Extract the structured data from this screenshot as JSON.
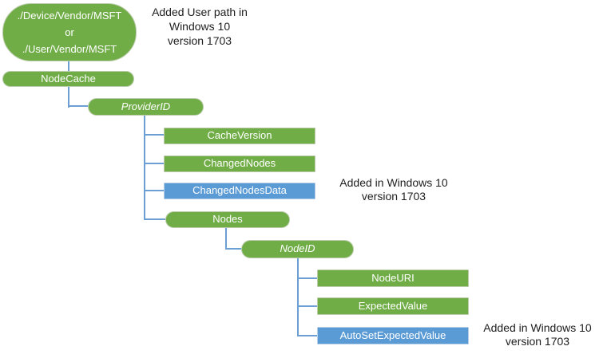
{
  "diagram": {
    "nodes": {
      "root": {
        "lines": [
          "./Device/Vendor/MSFT",
          "or",
          "./User/Vendor/MSFT"
        ],
        "shape": "stadium",
        "color": "green"
      },
      "nodecache": {
        "label": "NodeCache",
        "shape": "stadium",
        "color": "green"
      },
      "providerid": {
        "label": "ProviderID",
        "shape": "stadium",
        "color": "green",
        "italic": true
      },
      "cacheversion": {
        "label": "CacheVersion",
        "shape": "rect",
        "color": "green"
      },
      "changednodes": {
        "label": "ChangedNodes",
        "shape": "rect",
        "color": "green"
      },
      "changednodesdata": {
        "label": "ChangedNodesData",
        "shape": "rect",
        "color": "blue"
      },
      "nodes": {
        "label": "Nodes",
        "shape": "stadium",
        "color": "green"
      },
      "nodeid": {
        "label": "NodeID",
        "shape": "stadium",
        "color": "green",
        "italic": true
      },
      "nodeuri": {
        "label": "NodeURI",
        "shape": "rect",
        "color": "green"
      },
      "expectedvalue": {
        "label": "ExpectedValue",
        "shape": "rect",
        "color": "green"
      },
      "autosetexpectedvalue": {
        "label": "AutoSetExpectedValue",
        "shape": "rect",
        "color": "blue"
      }
    },
    "annotations": {
      "user_path_note": {
        "lines": [
          "Added User path in",
          "Windows 10",
          "version 1703"
        ]
      },
      "changednodesdata_note": {
        "lines": [
          "Added in Windows 10",
          "version 1703"
        ]
      },
      "autoset_note": {
        "lines": [
          "Added in Windows 10",
          "version 1703"
        ]
      }
    },
    "colors": {
      "node_green": "#70AD47",
      "node_blue": "#5B9BD5",
      "connector_blue": "#6C9FD4",
      "node_text": "#FFFFFF",
      "annotation_text": "#1E1E1E"
    }
  }
}
